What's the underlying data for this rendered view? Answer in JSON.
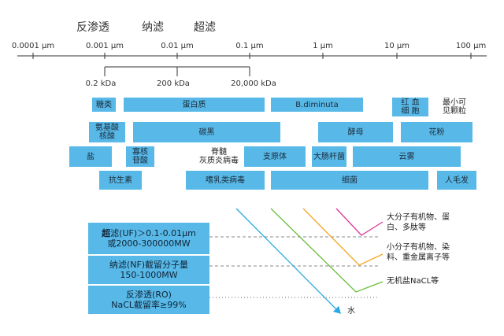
{
  "processes": {
    "ro": "反渗透",
    "nf": "纳滤",
    "uf": "超滤"
  },
  "scale": {
    "ticks": [
      "0.0001 μm",
      "0.001 μm",
      "0.01 μm",
      "0.1 μm",
      "1 μm",
      "10 μm",
      "100 μm"
    ],
    "kda": [
      "0.2 kDa",
      "200 kDa",
      "20,000 kDa"
    ]
  },
  "items": {
    "sugar": "糖类",
    "protein": "蛋白质",
    "bdiminuta": "B.diminuta",
    "rbc": "红 血\n细 胞",
    "smallest_visible": "最小可\n见颗粒",
    "amino_nucleic": "氨基酸\n核酸",
    "carbon_black": "碳黑",
    "yeast": "酵母",
    "pollen": "花粉",
    "salt": "盐",
    "oligo": "寡核\n苷酸",
    "polio_hepatitis": "脊髓\n灰质炎病毒",
    "mycoplasma": "支原体",
    "ecoli": "大肠杆菌",
    "cloud": "云雾",
    "antibiotic": "抗生素",
    "lymph_virus": "嗜乳类病毒",
    "bacteria": "细菌",
    "hair": "人毛发"
  },
  "panels": {
    "uf_prefix": "超",
    "uf_line1": "滤(UF)＞0.1-0.01μm",
    "uf_line2": "或2000-300000MW",
    "nf_line1": "纳滤(NF)截留分子量",
    "nf_line2": "150-1000MW",
    "ro_line1": "反渗透(RO)",
    "ro_line2": "NaCL截留率≥99%"
  },
  "annotations": {
    "macro": "大分子有机物、蛋\n白、多肽等",
    "small": "小分子有机物、染\n料、重金属离子等",
    "salt": "无机盐NaCL等",
    "water": "水"
  },
  "colors": {
    "box": "#58b9e8",
    "water_line": "#29abe2",
    "salt_line": "#6abf3f",
    "small_line": "#f5a623",
    "macro_line": "#e0399a",
    "axis": "#333333",
    "dashed": "#888888",
    "dotted": "#666666"
  }
}
